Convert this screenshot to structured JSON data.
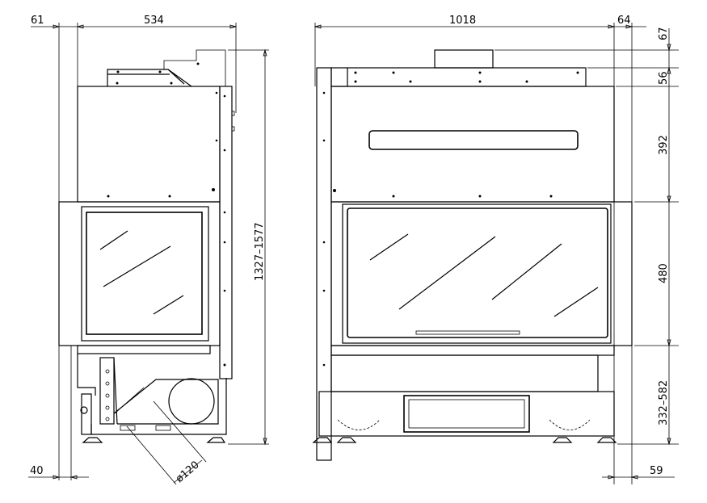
{
  "drawing": {
    "left_view": {
      "dim_offset_left": "61",
      "dim_width": "534",
      "dim_height": "1327–1577",
      "dim_bottom_offset": "40",
      "dim_flue_diameter": "ø120"
    },
    "right_view": {
      "dim_width": "1018",
      "dim_offset_right": "64",
      "dim_bottom_offset": "59",
      "vertical_dims": [
        "67",
        "56",
        "392",
        "480",
        "332–582"
      ]
    }
  }
}
